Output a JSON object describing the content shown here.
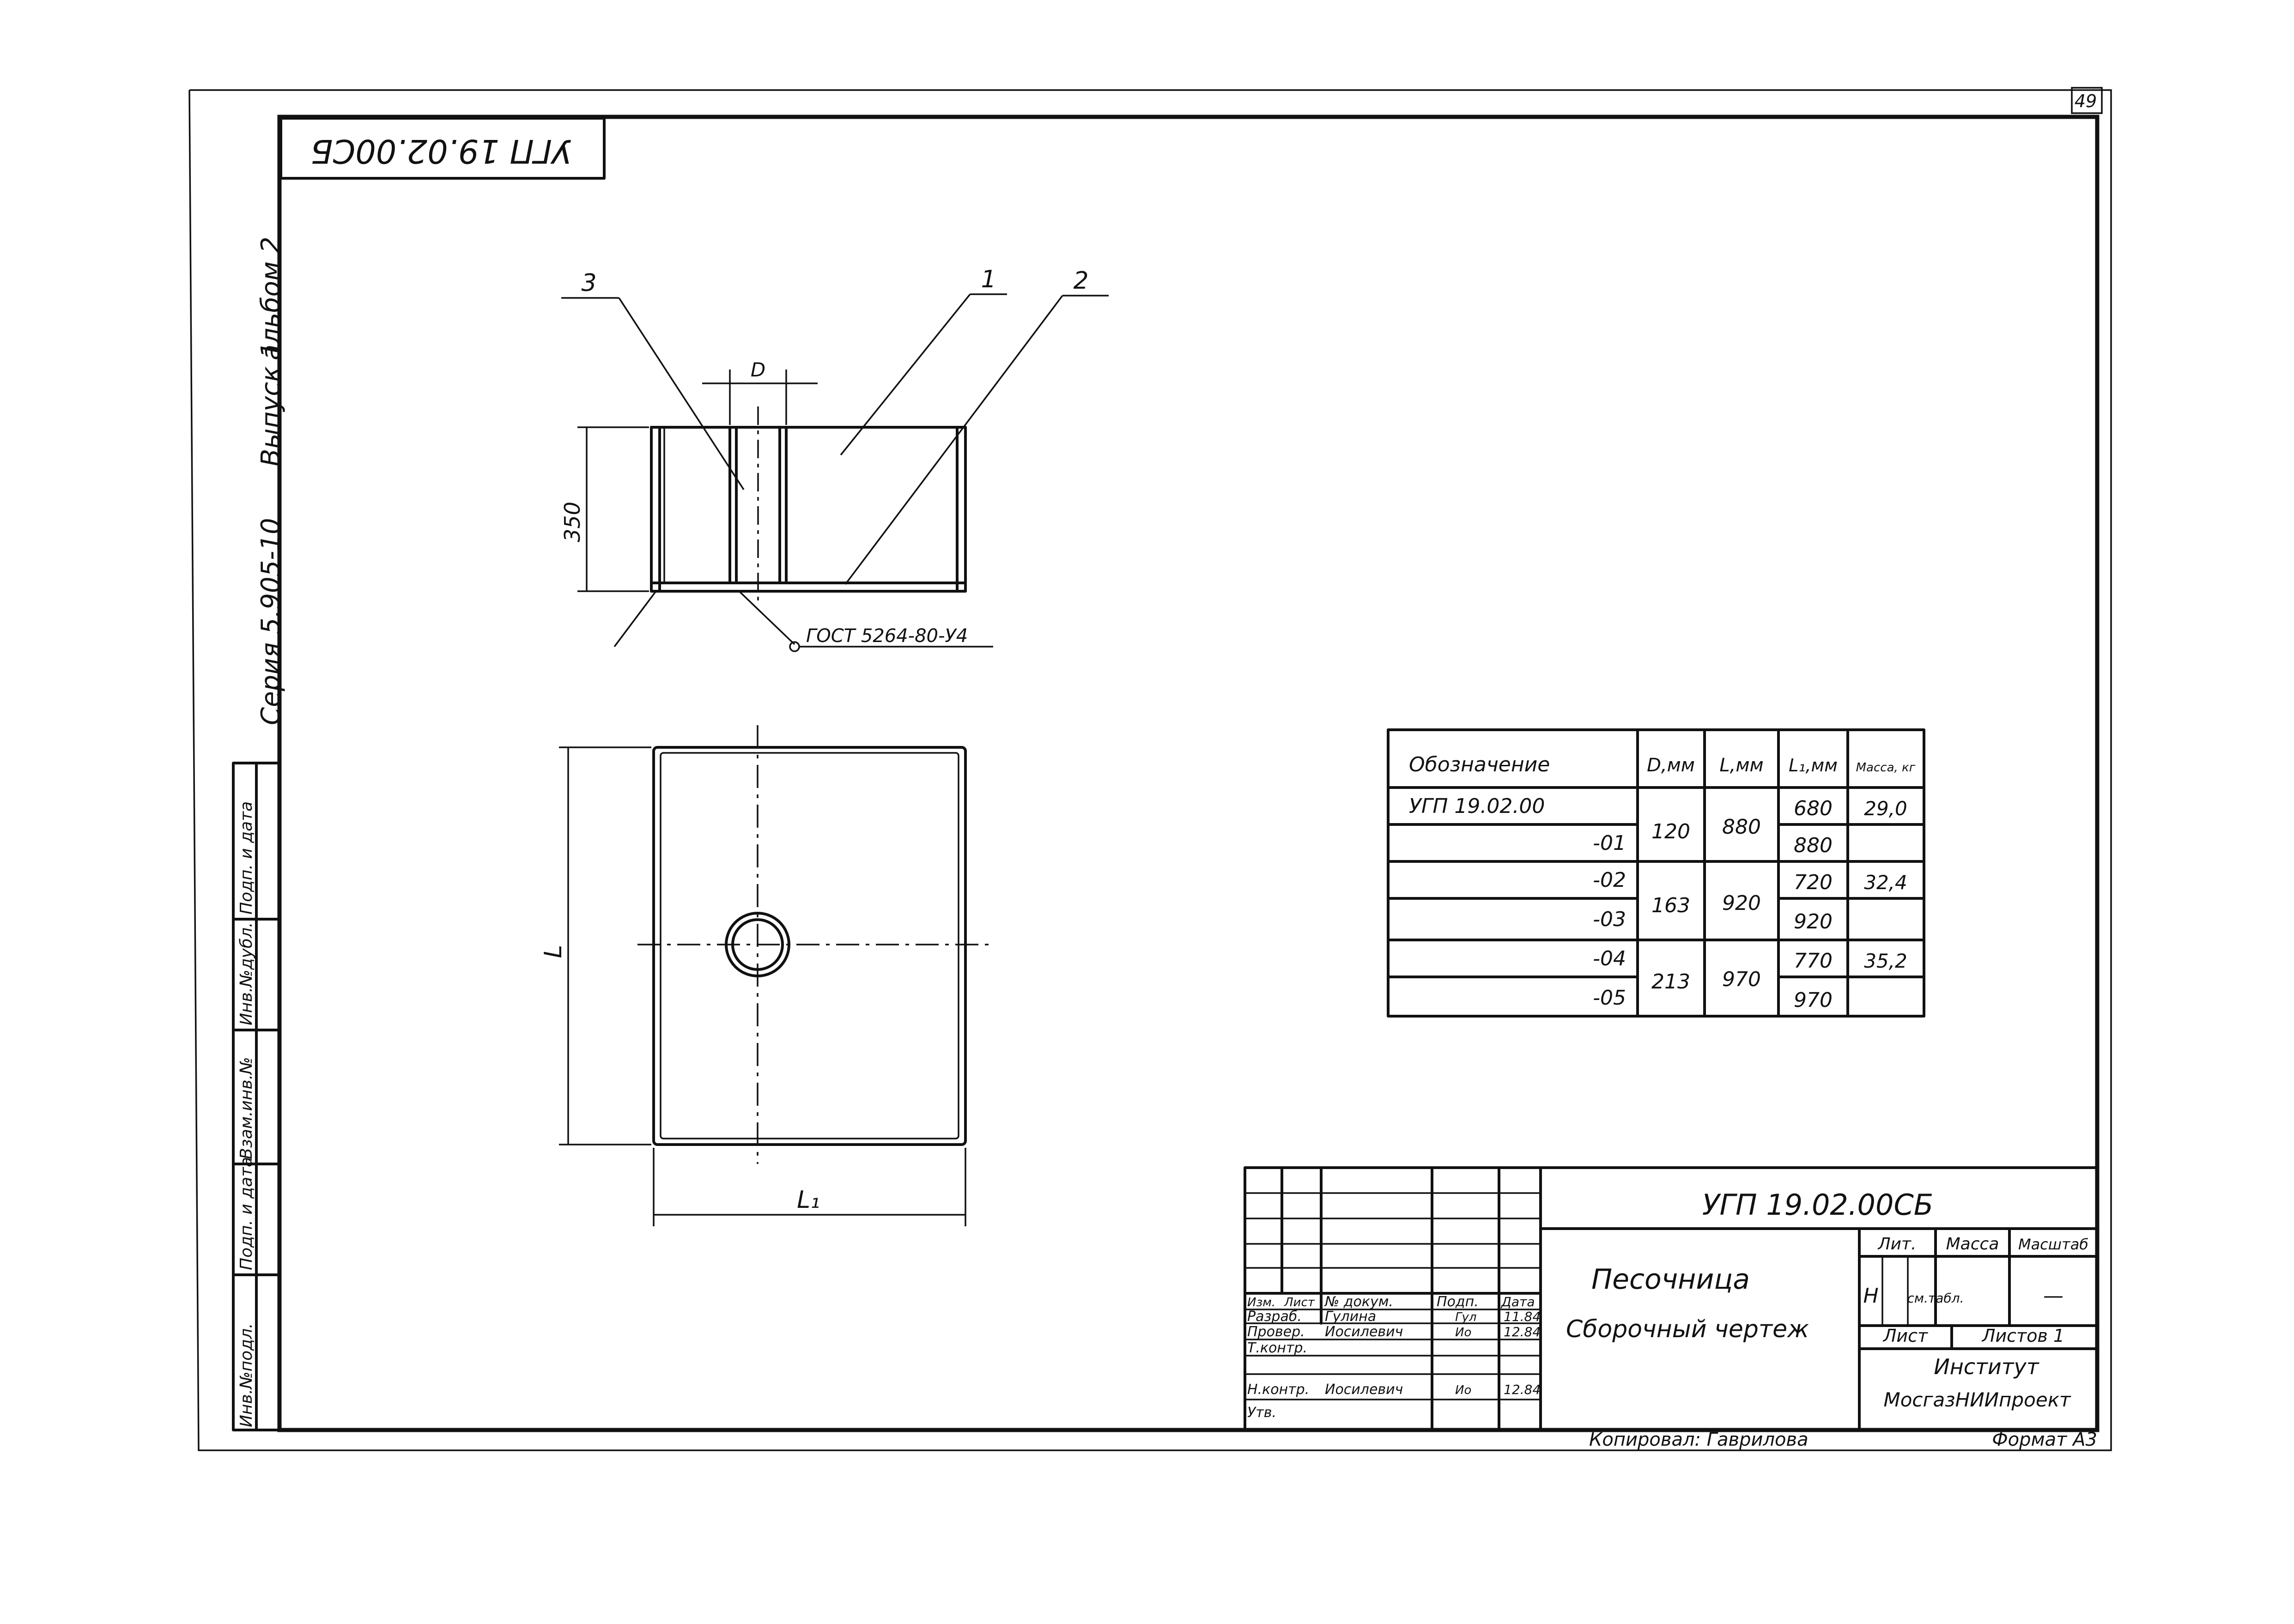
{
  "page_number": "49",
  "stamp_top_code": "УГП 19.02.00СБ",
  "side_label": {
    "series": "Серия 5.905-10",
    "issue": "Выпуск 1",
    "album": "альбом 2"
  },
  "margin_column_labels": [
    "Инв.№подл.",
    "Подп. и дата",
    "Взам.инв.№",
    "Инв.№дубл.",
    "Подп. и дата"
  ],
  "drawing": {
    "leaders": [
      "3",
      "1",
      "2"
    ],
    "dim_d": "D",
    "dim_height": "350",
    "weld_note": "ГОСТ 5264-80-У4",
    "dim_l": "L",
    "dim_l1": "L₁"
  },
  "spec_table": {
    "headers": [
      "Обозначение",
      "D,мм",
      "L,мм",
      "L₁,мм",
      "Масса, кг"
    ],
    "rows": [
      {
        "designation": "УГП 19.02.00",
        "d": "120",
        "l": "880",
        "l1": "680",
        "mass": "29,0"
      },
      {
        "designation": "-01",
        "d": "",
        "l": "",
        "l1": "880",
        "mass": ""
      },
      {
        "designation": "-02",
        "d": "163",
        "l": "920",
        "l1": "720",
        "mass": "32,4"
      },
      {
        "designation": "-03",
        "d": "",
        "l": "",
        "l1": "920",
        "mass": ""
      },
      {
        "designation": "-04",
        "d": "213",
        "l": "970",
        "l1": "770",
        "mass": "35,2"
      },
      {
        "designation": "-05",
        "d": "",
        "l": "",
        "l1": "970",
        "mass": ""
      }
    ]
  },
  "title_block": {
    "code": "УГП 19.02.00СБ",
    "name": "Песочница",
    "doc_type": "Сборочный чертеж",
    "header_cols": [
      "Изм.",
      "Лист",
      "№ докум.",
      "Подп.",
      "Дата"
    ],
    "people": [
      {
        "role": "Разраб.",
        "name": "Гулина",
        "sign": "Гул",
        "date": "11.84"
      },
      {
        "role": "Провер.",
        "name": "Иосилевич",
        "sign": "Ио",
        "date": "12.84"
      },
      {
        "role": "Т.контр.",
        "name": "",
        "sign": "",
        "date": ""
      },
      {
        "role": "Н.контр.",
        "name": "Иосилевич",
        "sign": "Ио",
        "date": "12.84"
      },
      {
        "role": "Утв.",
        "name": "",
        "sign": "",
        "date": ""
      }
    ],
    "lit_label": "Лит.",
    "mass_label": "Масса",
    "scale_label": "Масштаб",
    "lit_value": "Н",
    "mass_value": "см.табл.",
    "scale_value": "—",
    "sheet_label": "Лист",
    "sheets_label": "Листов 1",
    "institute_line1": "Институт",
    "institute_line2": "МосгазНИИпроект"
  },
  "footer": {
    "copied": "Копировал: Гаврилова",
    "format": "Формат А3"
  }
}
